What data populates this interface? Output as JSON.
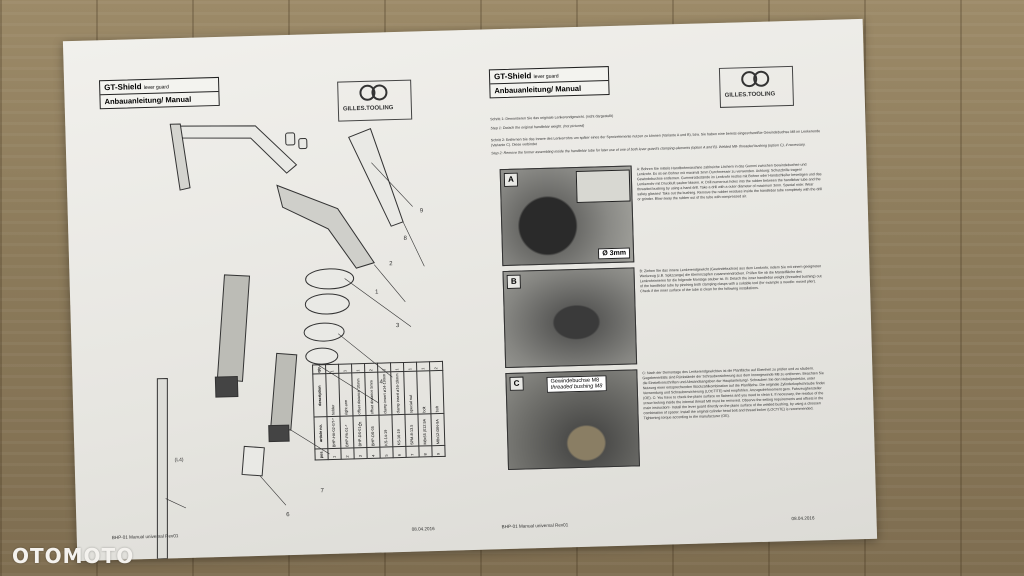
{
  "watermark": "OTOMOTO",
  "left_page": {
    "title": "GT-Shield",
    "title_suffix": "lever guard",
    "subtitle": "Anbauanleitung/ Manual",
    "logo_text": "GILLES.TOOLING",
    "callouts": [
      "9",
      "8",
      "2",
      "1",
      "3",
      "4",
      "5",
      "7",
      "6"
    ],
    "dimension_label": "(L4)",
    "footer_left": "BHP-01 Manual universal Rev01",
    "footer_right": "08.04.2016",
    "table": {
      "headers": [
        "pos.",
        "article no.",
        "description",
        "qty."
      ],
      "rows": [
        [
          "1",
          "BHP-HA-02-GT-*",
          "holder",
          "1"
        ],
        [
          "2",
          "BHP-PA-01-*",
          "right arm",
          "1"
        ],
        [
          "3",
          "BHP-DS-01-*",
          "offset distance 10mm",
          "1"
        ],
        [
          "4",
          "BHP-DS-05",
          "offset distance 5mm",
          "2"
        ],
        [
          "5",
          "KS-14-19",
          "clamp insert ø14-19mm",
          "1"
        ],
        [
          "6",
          "KS-16-19",
          "clamp insert ø16-19mm",
          "1"
        ],
        [
          "7",
          "SPM-8-13.5",
          "special nut",
          "1"
        ],
        [
          "8",
          "M8x55 (012.9A",
          "bolt",
          "1"
        ],
        [
          "9",
          "M8x12-DIN-9A",
          "bolt",
          "2"
        ]
      ]
    }
  },
  "right_page": {
    "title": "GT-Shield",
    "title_suffix": "lever guard",
    "subtitle": "Anbauanleitung/ Manual",
    "logo_text": "GILLES.TOOLING",
    "step1_de": "Schritt 1: Demontieren Sie das originale Lenkerendgewicht. (nicht dargestellt)",
    "step1_en": "Step 1: Detach the original handlebar weight. (not pictured)",
    "step2_de": "Schritt 2: Entfernen Sie das Innere des Lenkerrohrs um später eines der Spreizelemente nutzen zu können (Variante A und B), bzw. Sie haben eine bereits eingeschweißte Gewindebuchse M8 im Lenkerende (Variante C). Diese verbindet",
    "step2_en": "Step 2: Remove the former assembling inside the handlebar tube for later use of one of both lever guard's clamping elements (option A and B). Welded M8- threaded bushing (option C), if necessary.",
    "box_a_label": "A",
    "box_a_caption": "Ø 3mm",
    "box_a_text": "A: Bohren Sie mittels Handbohrmaschine zahlreiche Löchern in das Gummi zwischen Gewindebuchse und Lenkrohr. Es ist ein Bohrer mit maximal 3mm Durchmesser zu verwenden. Achtung: Schutzbrille tragen! Gewindebuchse entfernen. Gummirückstände im Lenkrohr restlos mit Bohrer oder Handschleifer beseitigen und das Lenkerrohr mit Druckluft sauber blasen. A: Drill numerous holes into the rubber between the handlebar tube and the threaded bushing by using a hand drill. Take a drill with a outer diameter of maximum 3mm. Special note: Wear safety glasses! Take out the bushing. Remove the rubber residues inside the handlebar tube completely with the drill or grinder. Blow away the rubber out of the tube with compressed air.",
    "box_b_label": "B",
    "box_b_text": "B: Ziehen Sie das innere Lenkerendgewicht (Gewindebuchse) aus dem Lenkrohr, indem Sie mit einem geeigneten Werkzeug (z.B. Spitzzange) die Klemmzapfen zusammendrücken. Prüfen Sie ob die Mantelfläche des Lenkrohrinneren für die folgende Montage sauber ist. B: Detach the inner handlebar weight (threaded bushing) out of the handlebar tube by pinching both clamping clasps with a suitable tool (for example a needle- nosed plier). Check if the inner surface of the tube is clean for the following installations.",
    "box_c_label": "C",
    "box_c_caption_de": "Gewindebuchse M8",
    "box_c_caption_en": "threaded bushing M8",
    "box_c_text": "C: Nach der Demontage des Lenkerendgewichtes ist die Planfläche auf Ebenheit zu prüfen und zu säubern. Gegebenenfalls sind Rückstände der Schraubensicherung aus dem Innengewinde M8 zu entfernen. Beachten Sie die Einstellvorschriften und Abstandsangaben der Hauptanleitung!- Schrauben Sie den Hebelprotektor, unter Nutzung einer entsprechenden Stückzahlkombination auf die Planfläche. Die originale Zylinderkopfschraube findet Verwendung und Schraubensicherung (LOCTITE) wird empfohlen. Anzugsdrehmoment gem. Fahrzeughersteller (OE). C: You have to check the plane surface on flatness and you need to clean it. If necessary, the residue of the screw locking inside the internal thread M8 must be removed. Observe the setting requirements and offsets in the main instruction!- Install the lever guard directly on the plane surface of the welded bushing, by using a choosen combination of spacer. Install the original cylinder head bolt and thread locker (LOCTITE) is recommended. Tightening torque according to the manufacturer (OE).",
    "footer_left": "BHP-01 Manual universal Rev01",
    "footer_right": "08.04.2016"
  }
}
